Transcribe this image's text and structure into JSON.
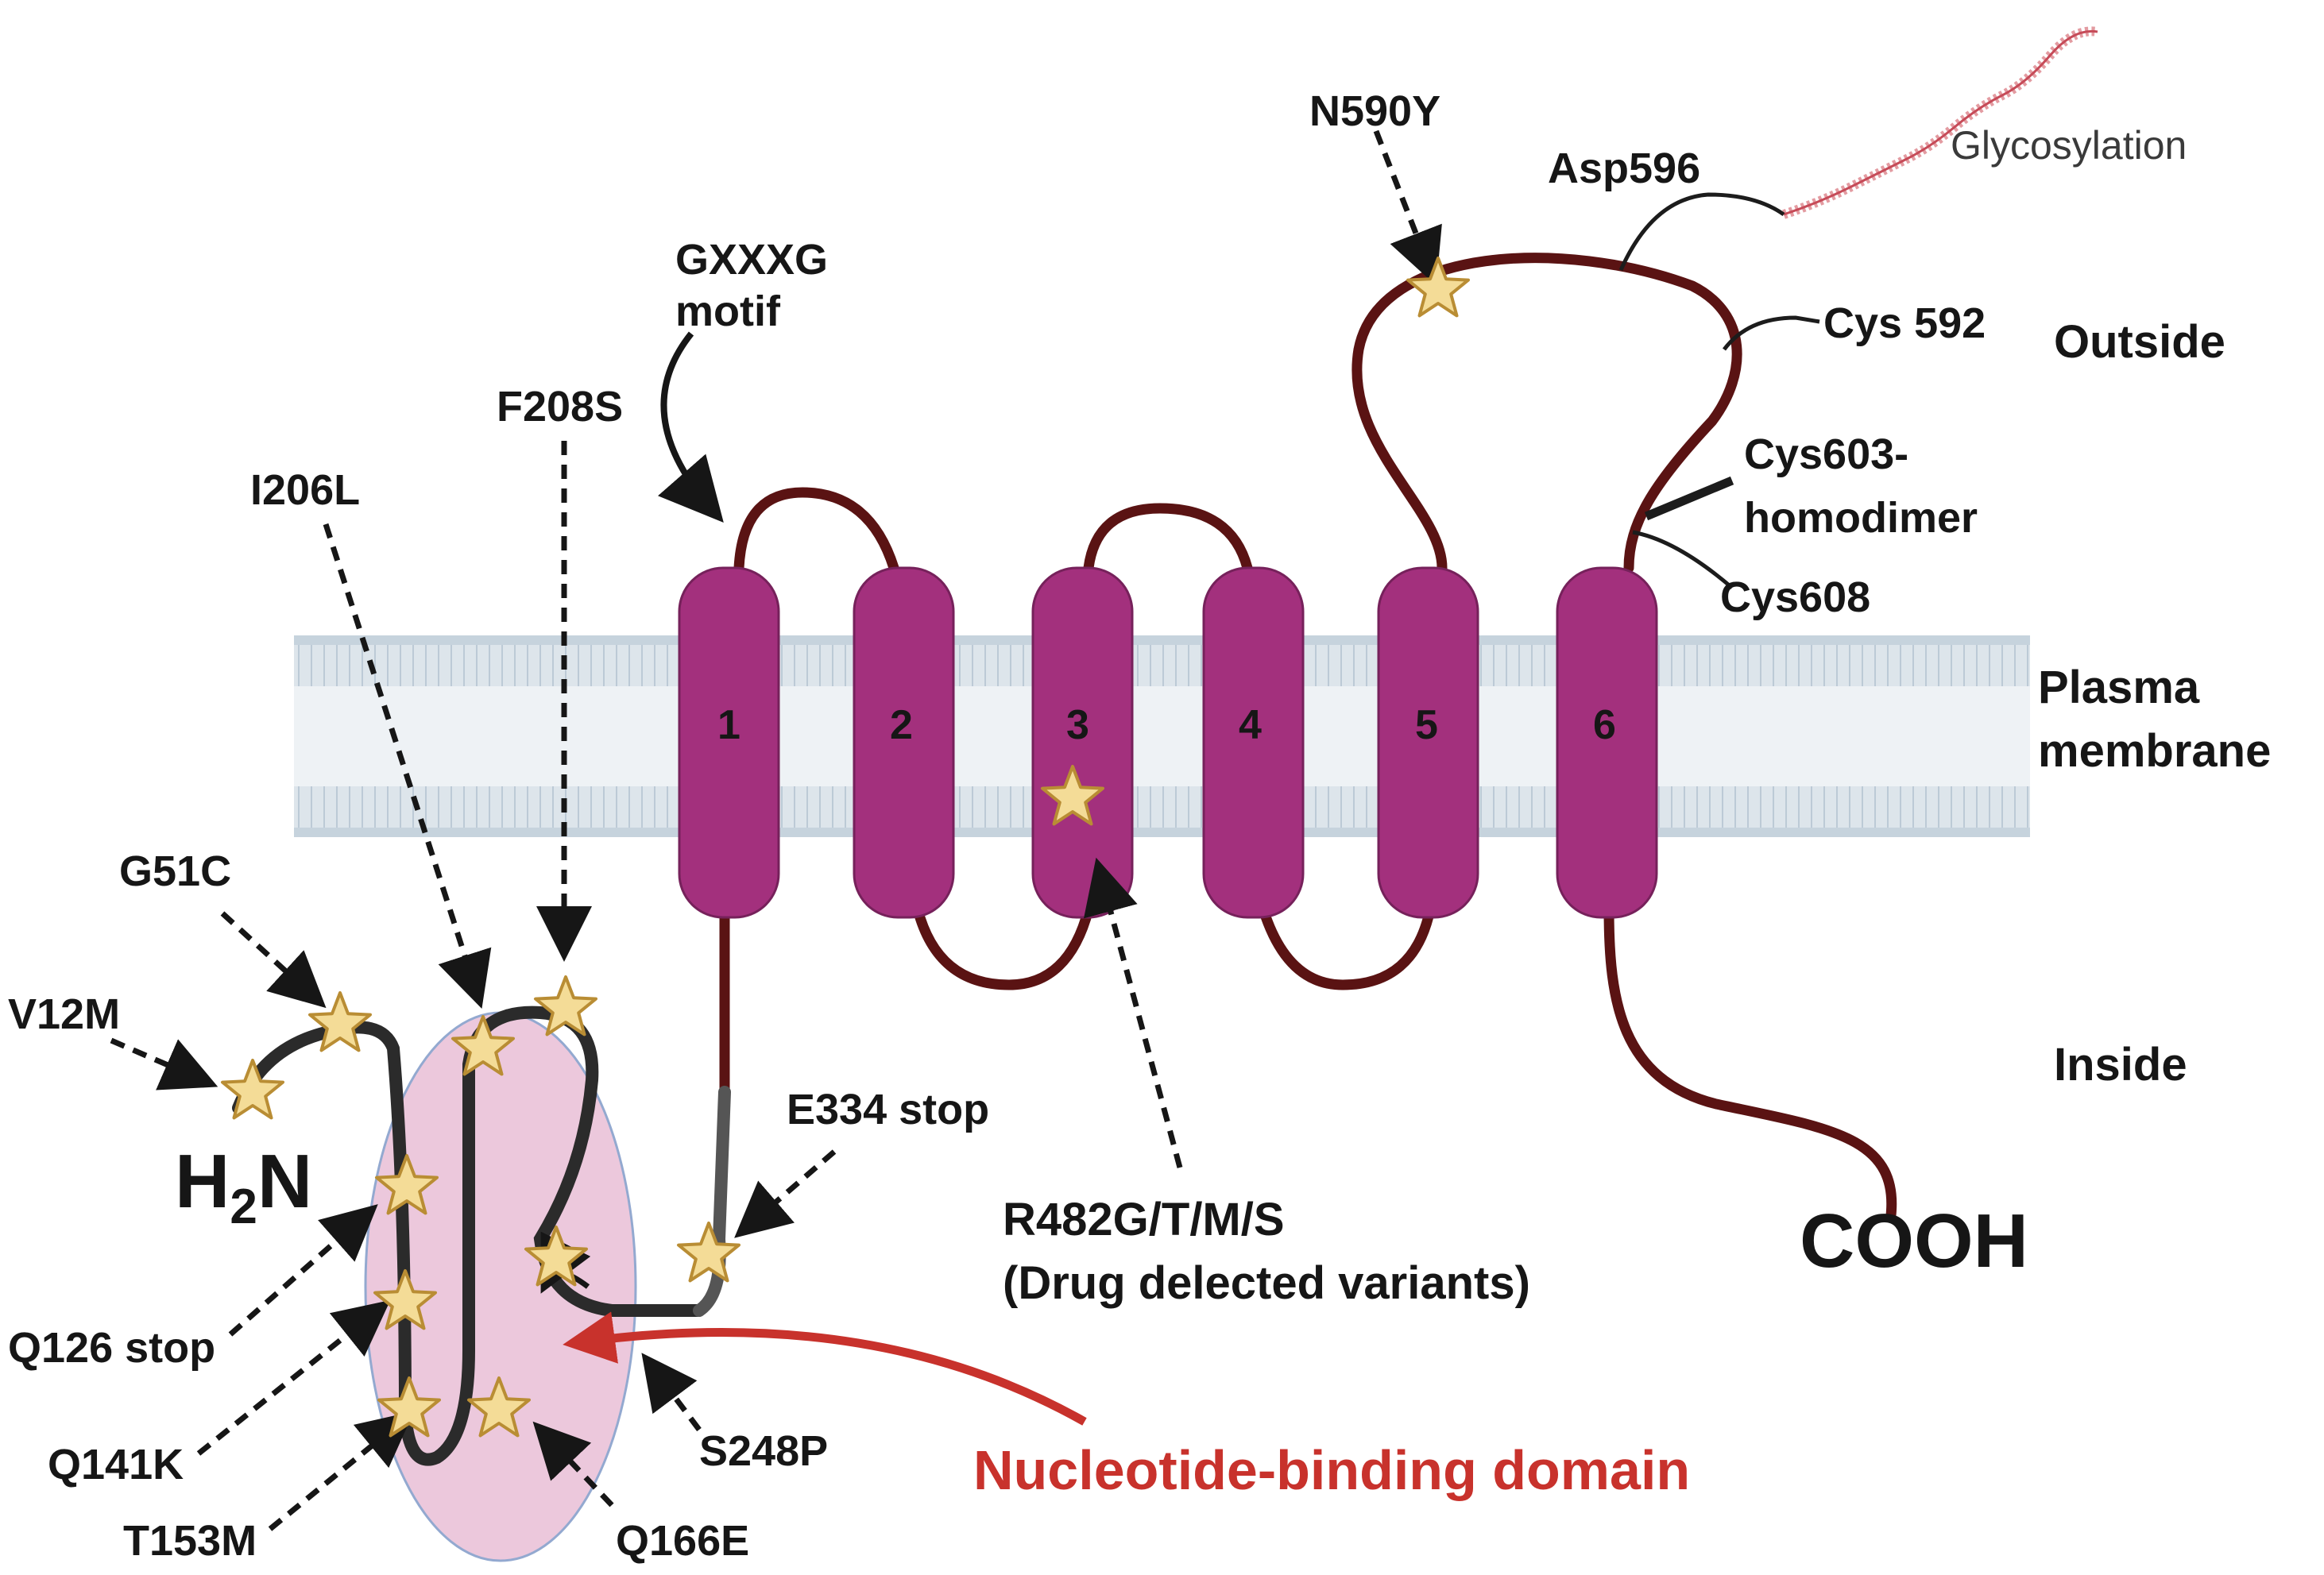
{
  "regions": {
    "outside": "Outside",
    "membrane_line1": "Plasma",
    "membrane_line2": "membrane",
    "inside": "Inside"
  },
  "termini": {
    "n_terminus_main": "H",
    "n_terminus_sub": "2",
    "n_terminus_tail": "N",
    "c_terminus": "COOH"
  },
  "helices": [
    "1",
    "2",
    "3",
    "4",
    "5",
    "6"
  ],
  "motif": {
    "line1": "GXXXG",
    "line2": "motif"
  },
  "extracellular_sites": {
    "asp596": "Asp596",
    "cys592": "Cys 592",
    "cys603_line1": "Cys603-",
    "cys603_line2": "homodimer",
    "cys608": "Cys608",
    "glycosylation": "Glycosylation"
  },
  "variants": {
    "n590y": "N590Y",
    "f208s": "F208S",
    "i206l": "I206L",
    "g51c": "G51C",
    "v12m": "V12M",
    "e334stop": "E334 stop",
    "r482_line1": "R482G/T/M/S",
    "r482_line2": "(Drug delected variants)",
    "q126stop": "Q126 stop",
    "q141k": "Q141K",
    "t153m": "T153M",
    "q166e": "Q166E",
    "s248p": "S248P"
  },
  "domain_label": "Nucleotide-binding domain",
  "colors": {
    "helix": "#a3307d",
    "loop": "#5a1313",
    "nbd_chain": "#2b2b2b",
    "nbd_oval": "#ecc8dc",
    "star_fill": "#f4dc97",
    "star_stroke": "#b98d34",
    "domain_arrow": "#c8322c",
    "membrane": "#d4dde4"
  }
}
